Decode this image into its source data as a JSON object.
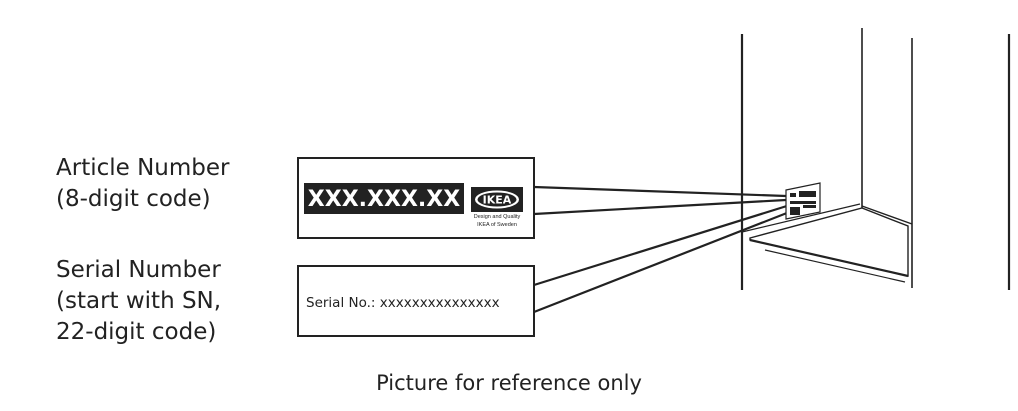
{
  "labels": {
    "article": "Article Number\n(8-digit code)",
    "serial": "Serial Number\n(start with SN,\n22-digit code)"
  },
  "article_box": {
    "code": "XXX.XXX.XX",
    "logo": "IKEA",
    "tagline_1": "Design and Quality",
    "tagline_2": "IKEA of Sweden"
  },
  "serial_box": {
    "text": "Serial No.: xxxxxxxxxxxxxxx"
  },
  "caption": "Picture for reference only",
  "colors": {
    "ink": "#222222",
    "background": "#ffffff"
  }
}
